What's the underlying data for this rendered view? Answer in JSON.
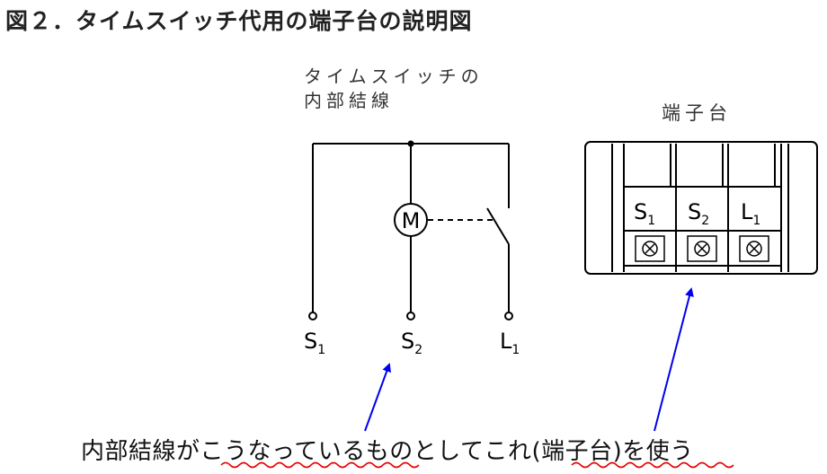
{
  "title": "図２．タイムスイッチ代用の端子台の説明図",
  "time_switch": {
    "label_line1": "タイムスイッチの",
    "label_line2": "内部結線",
    "motor_symbol": "M",
    "terminals": [
      {
        "main": "S",
        "sub": "1"
      },
      {
        "main": "S",
        "sub": "2"
      },
      {
        "main": "L",
        "sub": "1"
      }
    ]
  },
  "terminal_block": {
    "label": "端子台",
    "terminals": [
      {
        "main": "S",
        "sub": "1"
      },
      {
        "main": "S",
        "sub": "2"
      },
      {
        "main": "L",
        "sub": "1"
      }
    ]
  },
  "caption": {
    "part1": "内部結線が",
    "part2": "こうなっている",
    "part3": "ものとして",
    "part4": "これ(端子台)",
    "part5": "を使う"
  },
  "colors": {
    "arrow": "#0000ee",
    "underline": "#e60000",
    "line": "#000000"
  }
}
